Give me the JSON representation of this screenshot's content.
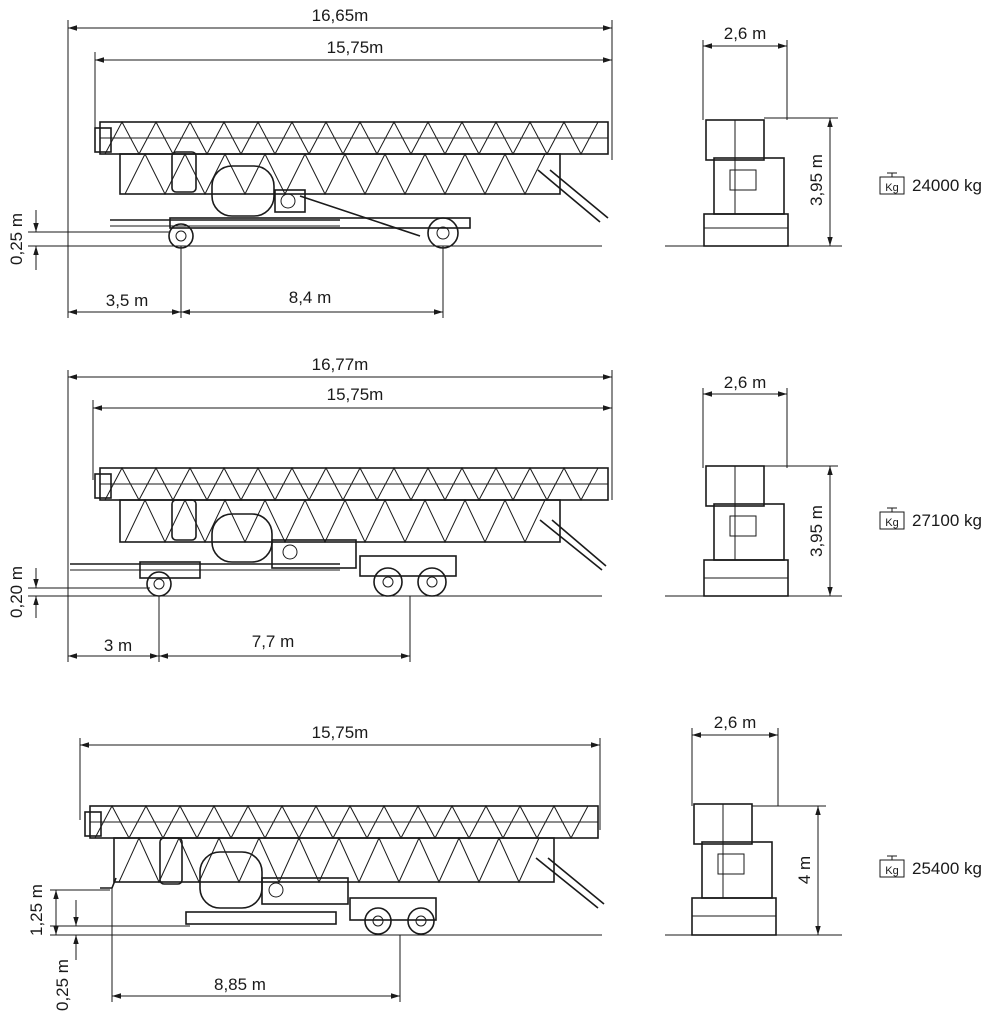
{
  "configurations": [
    {
      "id": "config-1",
      "side_view": {
        "overall_length": "16,65m",
        "jib_length": "15,75m",
        "height_offset": "0,25 m",
        "front_overhang": "3,5 m",
        "wheelbase": "8,4 m"
      },
      "end_view": {
        "width": "2,6 m",
        "height": "3,95 m"
      },
      "weight": {
        "icon": "weight-kg-icon",
        "icon_text": "Kg",
        "value": "24000 kg"
      }
    },
    {
      "id": "config-2",
      "side_view": {
        "overall_length": "16,77m",
        "jib_length": "15,75m",
        "height_offset": "0,20 m",
        "front_overhang": "3 m",
        "wheelbase": "7,7 m"
      },
      "end_view": {
        "width": "2,6 m",
        "height": "3,95 m"
      },
      "weight": {
        "icon": "weight-kg-icon",
        "icon_text": "Kg",
        "value": "27100 kg"
      }
    },
    {
      "id": "config-3",
      "side_view": {
        "jib_length": "15,75m",
        "upper_height": "1,25 m",
        "height_offset": "0,25 m",
        "wheelbase": "8,85 m"
      },
      "end_view": {
        "width": "2,6 m",
        "height": "4 m"
      },
      "weight": {
        "icon": "weight-kg-icon",
        "icon_text": "Kg",
        "value": "25400 kg"
      }
    }
  ]
}
